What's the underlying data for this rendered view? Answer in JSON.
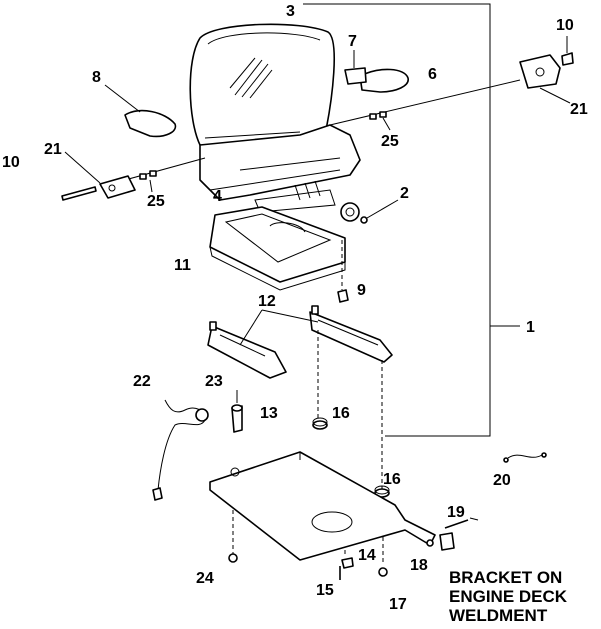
{
  "callouts": {
    "c1": "1",
    "c2": "2",
    "c3": "3",
    "c4": "4",
    "c6": "6",
    "c7": "7",
    "c8": "8",
    "c9": "9",
    "c10a": "10",
    "c10b": "10",
    "c11": "11",
    "c12": "12",
    "c13": "13",
    "c14": "14",
    "c15": "15",
    "c16a": "16",
    "c16b": "16",
    "c17": "17",
    "c18": "18",
    "c19": "19",
    "c20": "20",
    "c21a": "21",
    "c21b": "21",
    "c22": "22",
    "c23": "23",
    "c24": "24",
    "c25a": "25",
    "c25b": "25"
  },
  "note": {
    "line1": "BRACKET ON",
    "line2": "ENGINE DECK",
    "line3": "WELDMENT"
  }
}
